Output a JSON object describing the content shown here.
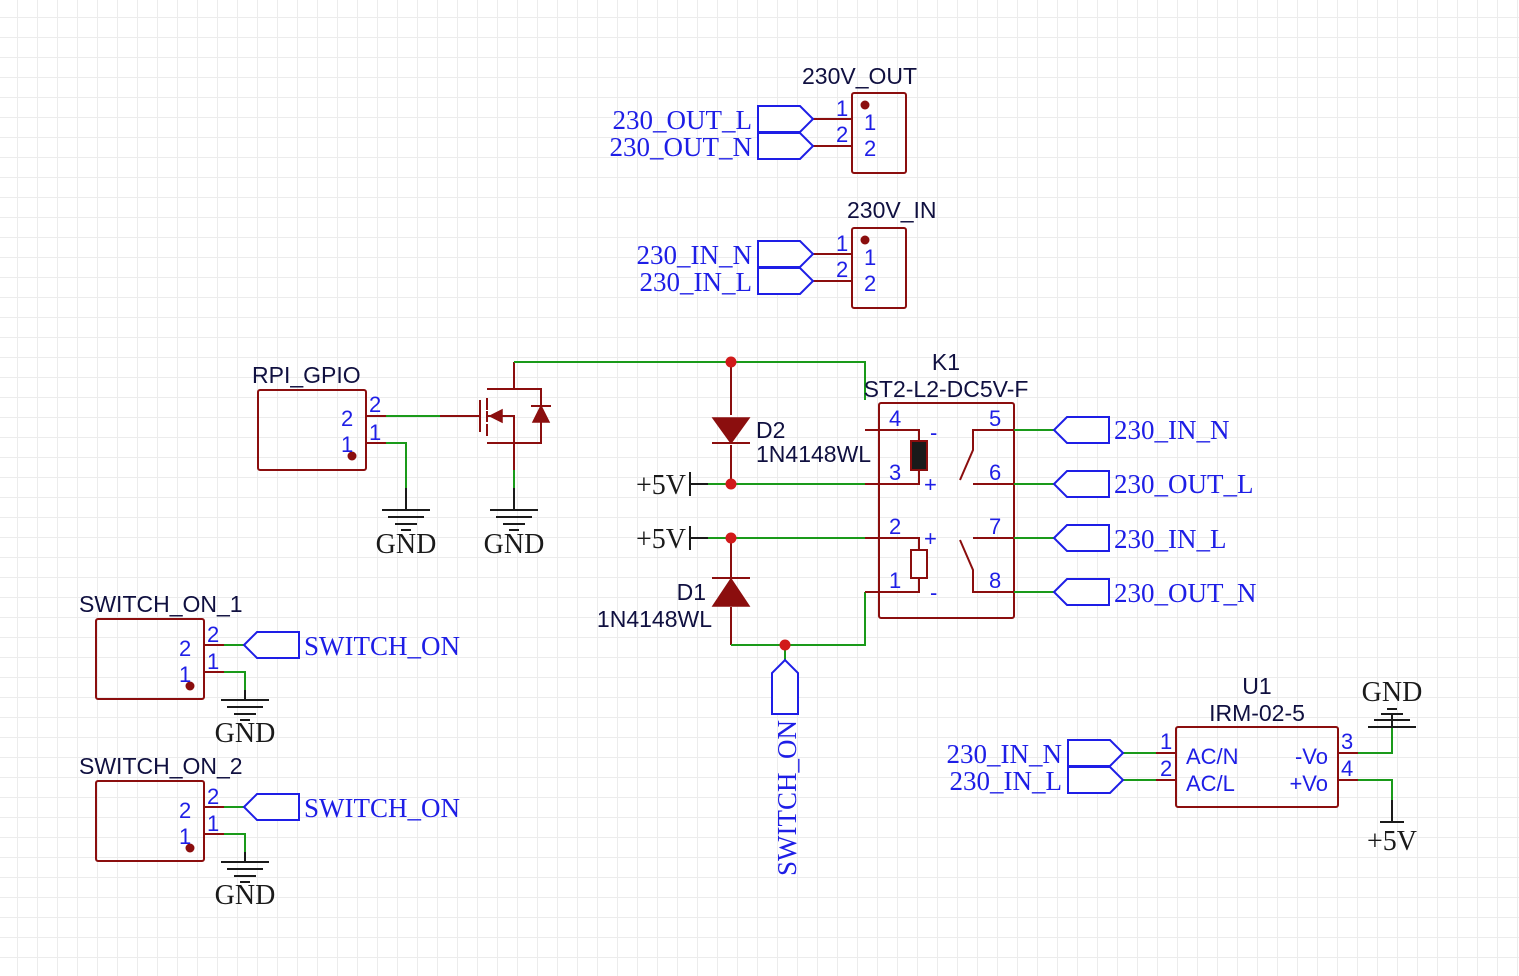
{
  "connectors": {
    "out": {
      "ref": "230V_OUT",
      "pin1": "1",
      "pin2": "2",
      "net1": "230_OUT_L",
      "net2": "230_OUT_N"
    },
    "in": {
      "ref": "230V_IN",
      "pin1": "1",
      "pin2": "2",
      "net1": "230_IN_N",
      "net2": "230_IN_L"
    },
    "rpi": {
      "ref": "RPI_GPIO",
      "pin1": "1",
      "pin2": "2"
    },
    "sw1": {
      "ref": "SWITCH_ON_1",
      "pin1": "1",
      "pin2": "2",
      "net": "SWITCH_ON"
    },
    "sw2": {
      "ref": "SWITCH_ON_2",
      "pin1": "1",
      "pin2": "2",
      "net": "SWITCH_ON"
    }
  },
  "diodes": {
    "d2": {
      "ref": "D2",
      "value": "1N4148WL"
    },
    "d1": {
      "ref": "D1",
      "value": "1N4148WL"
    }
  },
  "relay": {
    "ref": "K1",
    "value": "ST2-L2-DC5V-F",
    "pins": {
      "p1": "1",
      "p2": "2",
      "p3": "3",
      "p4": "4",
      "p5": "5",
      "p6": "6",
      "p7": "7",
      "p8": "8"
    },
    "minus": "-",
    "plus": "+",
    "nets": {
      "p5": "230_IN_N",
      "p6": "230_OUT_L",
      "p7": "230_IN_L",
      "p8": "230_OUT_N"
    }
  },
  "psu": {
    "ref": "U1",
    "value": "IRM-02-5",
    "pin1": "1",
    "pin2": "2",
    "pin3": "3",
    "pin4": "4",
    "acn": "AC/N",
    "acl": "AC/L",
    "vom": "-Vo",
    "vop": "+Vo",
    "net1": "230_IN_N",
    "net2": "230_IN_L"
  },
  "power": {
    "gnd": "GND",
    "vcc": "+5V"
  },
  "nets": {
    "switch_on": "SWITCH_ON"
  },
  "colors": {
    "wire": "#1a9a1a",
    "symbol": "#8b0e0e",
    "netflag": "#1e1ee6",
    "junction": "#d11a1a",
    "power": "#1a1a1a"
  }
}
